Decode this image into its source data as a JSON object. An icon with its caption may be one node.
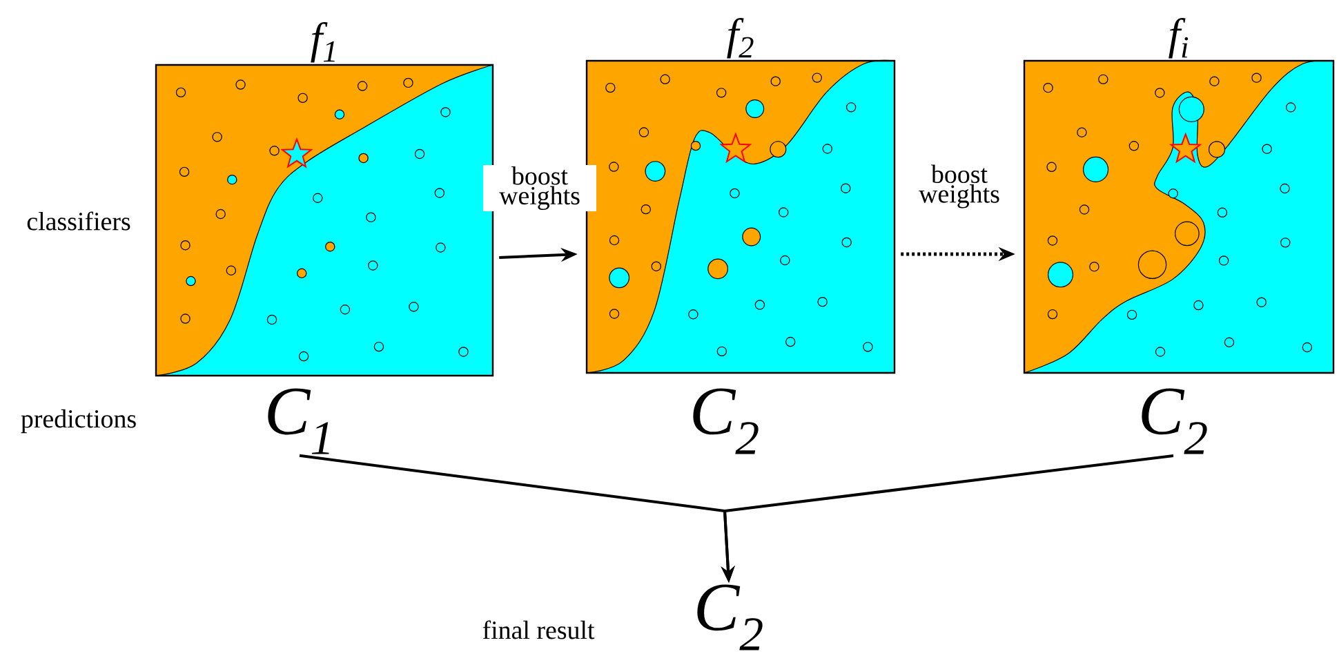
{
  "diagram": {
    "nodes": [
      {
        "text": [
          "f$_{1}$"
        ]
      },
      {
        "text": [
          "f$_{2}$"
        ]
      },
      {
        "text": [
          "f$_{i}$"
        ]
      },
      {
        "text": [
          "C$_{1}$"
        ]
      },
      {
        "text": [
          "C$_{2}$"
        ]
      },
      {
        "text": [
          "C$_{2}$"
        ]
      },
      {
        "text": [
          "C$_{2}$"
        ]
      }
    ],
    "edges": [
      {
        "from": 0,
        "to": 1,
        "arrow": "to",
        "label": "boost weights"
      },
      {
        "from": 1,
        "to": 2,
        "arrow": "to",
        "label": "boost weights",
        "style": "dashed"
      },
      {
        "from": 3,
        "to": 6,
        "arrow": "to"
      },
      {
        "from": 5,
        "to": 6,
        "arrow": "to"
      }
    ],
    "labels": [
      "classifiers",
      "predictions",
      "final result"
    ]
  }
}
